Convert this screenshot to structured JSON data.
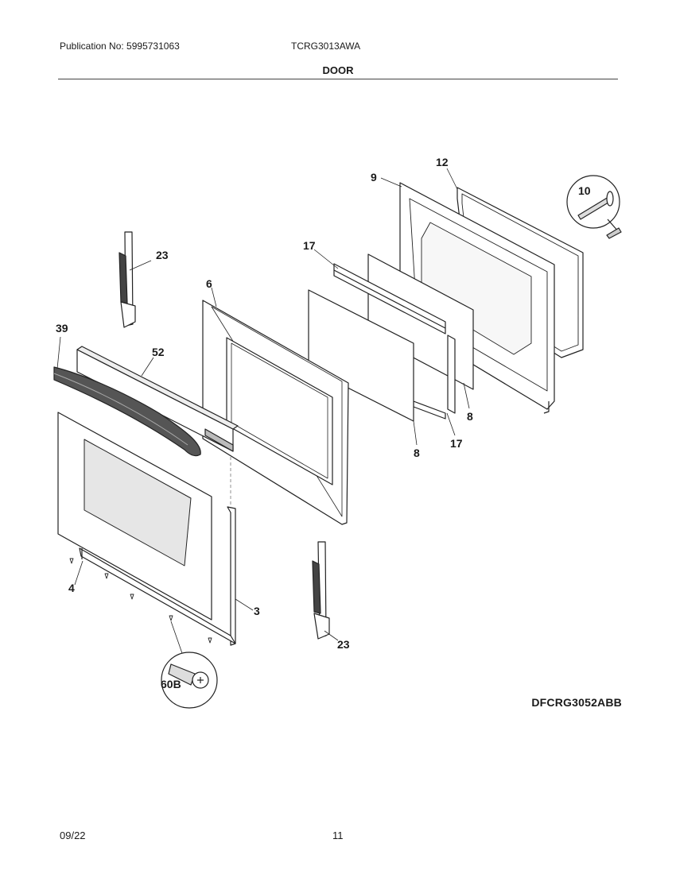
{
  "header": {
    "publication": "Publication No: 5995731063",
    "model": "TCRG3013AWA",
    "section": "DOOR"
  },
  "diagram": {
    "code": "DFCRG3052ABB",
    "callouts": {
      "c12": "12",
      "c9": "9",
      "c10": "10",
      "c17a": "17",
      "c23a": "23",
      "c6": "6",
      "c39": "39",
      "c52": "52",
      "c8a": "8",
      "c8b": "8",
      "c17b": "17",
      "c4": "4",
      "c3": "3",
      "c23b": "23",
      "c60b": "60B"
    }
  },
  "footer": {
    "date": "09/22",
    "page": "11"
  }
}
